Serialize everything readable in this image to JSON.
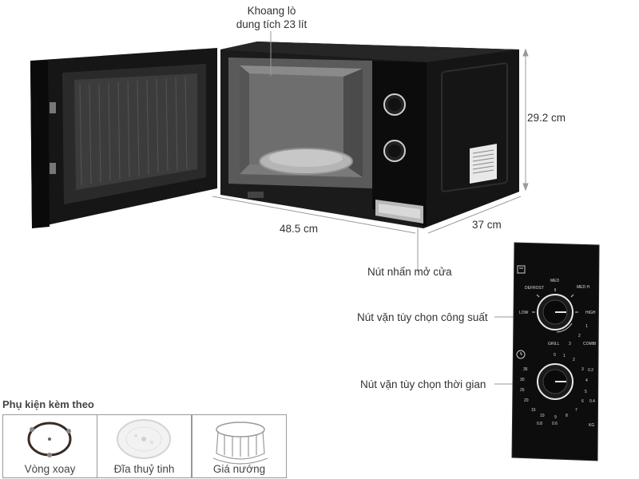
{
  "labels": {
    "cavity_line1": "Khoang lò",
    "cavity_line2": "dung tích 23 lít",
    "height": "29.2 cm",
    "width": "48.5 cm",
    "depth": "37 cm",
    "door_button": "Nút nhấn mở cửa",
    "power_knob": "Nút vặn tùy chọn công suất",
    "time_knob": "Nút vặn tùy chọn thời gian"
  },
  "panel": {
    "power_marks": [
      "DEFROST",
      "MED",
      "MED H",
      "LOW",
      "HIGH",
      "GRILL",
      "COMBI"
    ],
    "power_numbers": [
      "1",
      "2",
      "3"
    ],
    "time_marks": [
      "0",
      "1",
      "2",
      "3",
      "4",
      "5",
      "6",
      "7",
      "8",
      "9",
      "10",
      "15",
      "20",
      "25",
      "30",
      "35"
    ],
    "weight_marks": [
      "0.2",
      "0.4",
      "0.6",
      "0.8",
      "KG"
    ]
  },
  "accessories": {
    "title": "Phụ kiện kèm theo",
    "items": [
      {
        "name": "Vòng xoay",
        "icon": "roller-ring-icon"
      },
      {
        "name": "Đĩa thuỷ tinh",
        "icon": "glass-plate-icon"
      },
      {
        "name": "Giá nướng",
        "icon": "grill-rack-icon"
      }
    ]
  },
  "colors": {
    "body": "#1b1b1b",
    "panel": "#0d0d0d",
    "line": "#9a9a9a"
  }
}
